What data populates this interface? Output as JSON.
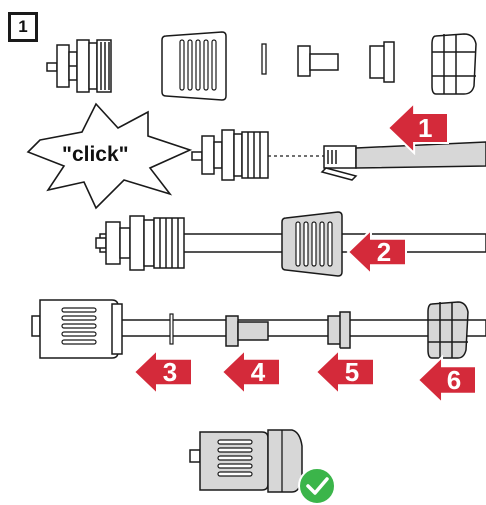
{
  "step_number": "1",
  "click_label": "\"click\"",
  "arrows": [
    {
      "label": "1",
      "direction": "left"
    },
    {
      "label": "2",
      "direction": "left"
    },
    {
      "label": "3",
      "direction": "left"
    },
    {
      "label": "4",
      "direction": "left"
    },
    {
      "label": "5",
      "direction": "left"
    },
    {
      "label": "6",
      "direction": "left"
    }
  ],
  "colors": {
    "arrow_red": "#d42a3a",
    "check_green": "#3bb54a",
    "line": "#1a1a1a",
    "part_gray": "#d7d7d7"
  },
  "icons": [
    "check-icon",
    "starburst-callout",
    "arrow-left-icon"
  ]
}
